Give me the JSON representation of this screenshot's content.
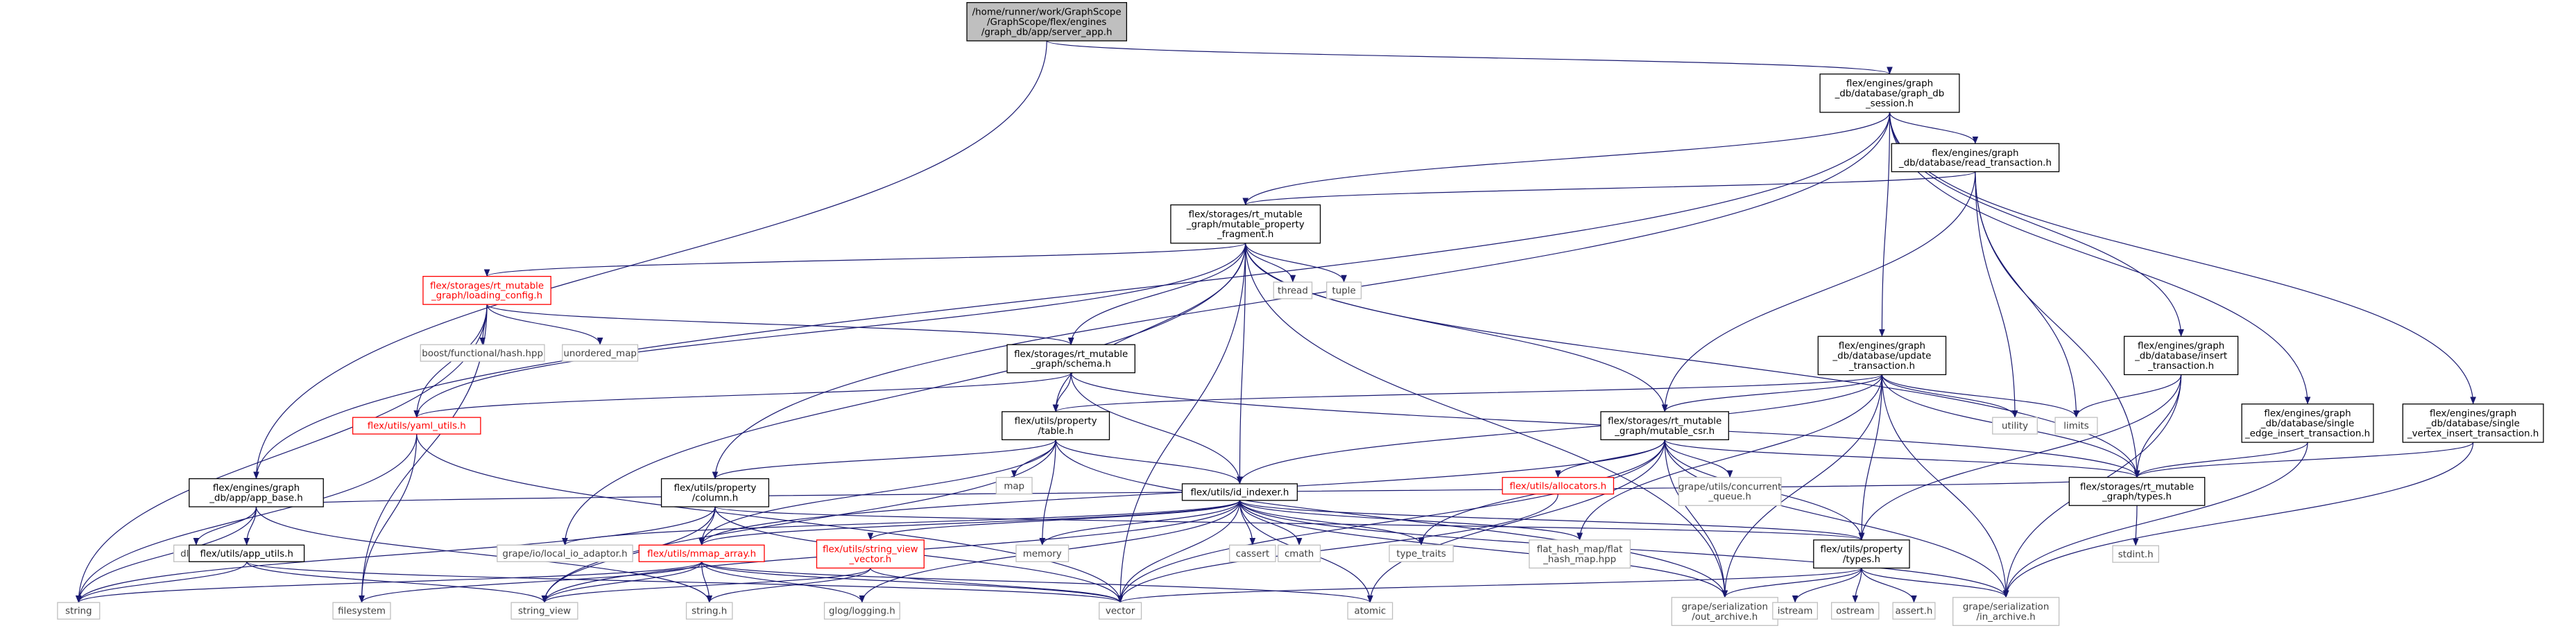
{
  "colors": {
    "edge": "#191970",
    "node_border": "#000000",
    "node_border_missing": "#bfbfbf",
    "node_border_red": "#ff0000",
    "root_fill": "#bfbfbf",
    "text": "#000000",
    "text_missing": "#404040",
    "text_red": "#ff0000"
  },
  "nodes": [
    {
      "id": "root",
      "lines": [
        "/home/runner/work/GraphScope",
        "/GraphScope/flex/engines",
        "/graph_db/app/server_app.h"
      ],
      "style": "root"
    },
    {
      "id": "graph_db_session",
      "lines": [
        "flex/engines/graph",
        "_db/database/graph_db",
        "_session.h"
      ],
      "style": "normal"
    },
    {
      "id": "read_transaction",
      "lines": [
        "flex/engines/graph",
        "_db/database/read_transaction.h"
      ],
      "style": "normal"
    },
    {
      "id": "mutable_property_fragment",
      "lines": [
        "flex/storages/rt_mutable",
        "_graph/mutable_property",
        "_fragment.h"
      ],
      "style": "normal"
    },
    {
      "id": "loading_config",
      "lines": [
        "flex/storages/rt_mutable",
        "_graph/loading_config.h"
      ],
      "style": "red"
    },
    {
      "id": "thread",
      "lines": [
        "thread"
      ],
      "style": "missing"
    },
    {
      "id": "tuple",
      "lines": [
        "tuple"
      ],
      "style": "missing"
    },
    {
      "id": "boost_hash",
      "lines": [
        "boost/functional/hash.hpp"
      ],
      "style": "missing"
    },
    {
      "id": "unordered_map",
      "lines": [
        "unordered_map"
      ],
      "style": "missing"
    },
    {
      "id": "schema",
      "lines": [
        "flex/storages/rt_mutable",
        "_graph/schema.h"
      ],
      "style": "normal"
    },
    {
      "id": "update_transaction",
      "lines": [
        "flex/engines/graph",
        "_db/database/update",
        "_transaction.h"
      ],
      "style": "normal"
    },
    {
      "id": "insert_transaction",
      "lines": [
        "flex/engines/graph",
        "_db/database/insert",
        "_transaction.h"
      ],
      "style": "normal"
    },
    {
      "id": "single_edge_insert",
      "lines": [
        "flex/engines/graph",
        "_db/database/single",
        "_edge_insert_transaction.h"
      ],
      "style": "normal"
    },
    {
      "id": "single_vertex_insert",
      "lines": [
        "flex/engines/graph",
        "_db/database/single",
        "_vertex_insert_transaction.h"
      ],
      "style": "normal"
    },
    {
      "id": "yaml_utils",
      "lines": [
        "flex/utils/yaml_utils.h"
      ],
      "style": "red"
    },
    {
      "id": "property_table",
      "lines": [
        "flex/utils/property",
        "/table.h"
      ],
      "style": "normal"
    },
    {
      "id": "mutable_csr",
      "lines": [
        "flex/storages/rt_mutable",
        "_graph/mutable_csr.h"
      ],
      "style": "normal"
    },
    {
      "id": "utility",
      "lines": [
        "utility"
      ],
      "style": "missing"
    },
    {
      "id": "limits",
      "lines": [
        "limits"
      ],
      "style": "missing"
    },
    {
      "id": "map",
      "lines": [
        "map"
      ],
      "style": "missing"
    },
    {
      "id": "allocators",
      "lines": [
        "flex/utils/allocators.h"
      ],
      "style": "red"
    },
    {
      "id": "concurrent_queue",
      "lines": [
        "grape/utils/concurrent",
        "_queue.h"
      ],
      "style": "missing"
    },
    {
      "id": "rt_types",
      "lines": [
        "flex/storages/rt_mutable",
        "_graph/types.h"
      ],
      "style": "normal"
    },
    {
      "id": "app_base",
      "lines": [
        "flex/engines/graph",
        "_db/app/app_base.h"
      ],
      "style": "normal"
    },
    {
      "id": "property_column",
      "lines": [
        "flex/utils/property",
        "/column.h"
      ],
      "style": "normal"
    },
    {
      "id": "id_indexer",
      "lines": [
        "flex/utils/id_indexer.h"
      ],
      "style": "normal"
    },
    {
      "id": "dlfcn",
      "lines": [
        "dlfcn.h"
      ],
      "style": "missing"
    },
    {
      "id": "app_utils",
      "lines": [
        "flex/utils/app_utils.h"
      ],
      "style": "normal"
    },
    {
      "id": "local_io_adaptor",
      "lines": [
        "grape/io/local_io_adaptor.h"
      ],
      "style": "missing"
    },
    {
      "id": "mmap_array",
      "lines": [
        "flex/utils/mmap_array.h"
      ],
      "style": "red"
    },
    {
      "id": "string_view_vector",
      "lines": [
        "flex/utils/string_view",
        "_vector.h"
      ],
      "style": "red"
    },
    {
      "id": "memory",
      "lines": [
        "memory"
      ],
      "style": "missing"
    },
    {
      "id": "cassert",
      "lines": [
        "cassert"
      ],
      "style": "missing"
    },
    {
      "id": "cmath",
      "lines": [
        "cmath"
      ],
      "style": "missing"
    },
    {
      "id": "type_traits",
      "lines": [
        "type_traits"
      ],
      "style": "missing"
    },
    {
      "id": "flat_hash_map",
      "lines": [
        "flat_hash_map/flat",
        "_hash_map.hpp"
      ],
      "style": "missing"
    },
    {
      "id": "property_types",
      "lines": [
        "flex/utils/property",
        "/types.h"
      ],
      "style": "normal"
    },
    {
      "id": "stdint",
      "lines": [
        "stdint.h"
      ],
      "style": "missing"
    },
    {
      "id": "string",
      "lines": [
        "string"
      ],
      "style": "missing"
    },
    {
      "id": "filesystem",
      "lines": [
        "filesystem"
      ],
      "style": "missing"
    },
    {
      "id": "string_view",
      "lines": [
        "string_view"
      ],
      "style": "missing"
    },
    {
      "id": "string_h",
      "lines": [
        "string.h"
      ],
      "style": "missing"
    },
    {
      "id": "glog",
      "lines": [
        "glog/logging.h"
      ],
      "style": "missing"
    },
    {
      "id": "vector",
      "lines": [
        "vector"
      ],
      "style": "missing"
    },
    {
      "id": "atomic",
      "lines": [
        "atomic"
      ],
      "style": "missing"
    },
    {
      "id": "out_archive",
      "lines": [
        "grape/serialization",
        "/out_archive.h"
      ],
      "style": "missing"
    },
    {
      "id": "istream",
      "lines": [
        "istream"
      ],
      "style": "missing"
    },
    {
      "id": "ostream",
      "lines": [
        "ostream"
      ],
      "style": "missing"
    },
    {
      "id": "assert",
      "lines": [
        "assert.h"
      ],
      "style": "missing"
    },
    {
      "id": "in_archive",
      "lines": [
        "grape/serialization",
        "/in_archive.h"
      ],
      "style": "missing"
    }
  ],
  "edges": [
    [
      "root",
      "graph_db_session"
    ],
    [
      "root",
      "app_base"
    ],
    [
      "graph_db_session",
      "read_transaction"
    ],
    [
      "graph_db_session",
      "mutable_property_fragment"
    ],
    [
      "graph_db_session",
      "update_transaction"
    ],
    [
      "graph_db_session",
      "insert_transaction"
    ],
    [
      "graph_db_session",
      "single_edge_insert"
    ],
    [
      "graph_db_session",
      "single_vertex_insert"
    ],
    [
      "graph_db_session",
      "app_base"
    ],
    [
      "graph_db_session",
      "property_column"
    ],
    [
      "read_transaction",
      "mutable_property_fragment"
    ],
    [
      "read_transaction",
      "mutable_csr"
    ],
    [
      "read_transaction",
      "utility"
    ],
    [
      "read_transaction",
      "limits"
    ],
    [
      "read_transaction",
      "rt_types"
    ],
    [
      "mutable_property_fragment",
      "loading_config"
    ],
    [
      "mutable_property_fragment",
      "thread"
    ],
    [
      "mutable_property_fragment",
      "tuple"
    ],
    [
      "mutable_property_fragment",
      "schema"
    ],
    [
      "mutable_property_fragment",
      "yaml_utils"
    ],
    [
      "mutable_property_fragment",
      "property_table"
    ],
    [
      "mutable_property_fragment",
      "mutable_csr"
    ],
    [
      "mutable_property_fragment",
      "id_indexer"
    ],
    [
      "mutable_property_fragment",
      "rt_types"
    ],
    [
      "mutable_property_fragment",
      "local_io_adaptor"
    ],
    [
      "mutable_property_fragment",
      "vector"
    ],
    [
      "mutable_property_fragment",
      "out_archive"
    ],
    [
      "loading_config",
      "boost_hash"
    ],
    [
      "loading_config",
      "unordered_map"
    ],
    [
      "loading_config",
      "schema"
    ],
    [
      "loading_config",
      "yaml_utils"
    ],
    [
      "loading_config",
      "string"
    ],
    [
      "loading_config",
      "filesystem"
    ],
    [
      "schema",
      "yaml_utils"
    ],
    [
      "schema",
      "property_table"
    ],
    [
      "schema",
      "id_indexer"
    ],
    [
      "schema",
      "rt_types"
    ],
    [
      "update_transaction",
      "property_table"
    ],
    [
      "update_transaction",
      "mutable_csr"
    ],
    [
      "update_transaction",
      "id_indexer"
    ],
    [
      "update_transaction",
      "utility"
    ],
    [
      "update_transaction",
      "limits"
    ],
    [
      "update_transaction",
      "rt_types"
    ],
    [
      "update_transaction",
      "property_types"
    ],
    [
      "update_transaction",
      "flat_hash_map"
    ],
    [
      "update_transaction",
      "out_archive"
    ],
    [
      "update_transaction",
      "in_archive"
    ],
    [
      "insert_transaction",
      "limits"
    ],
    [
      "insert_transaction",
      "rt_types"
    ],
    [
      "insert_transaction",
      "property_types"
    ],
    [
      "insert_transaction",
      "in_archive"
    ],
    [
      "single_edge_insert",
      "rt_types"
    ],
    [
      "single_edge_insert",
      "in_archive"
    ],
    [
      "single_vertex_insert",
      "rt_types"
    ],
    [
      "single_vertex_insert",
      "in_archive"
    ],
    [
      "yaml_utils",
      "string"
    ],
    [
      "yaml_utils",
      "filesystem"
    ],
    [
      "yaml_utils",
      "vector"
    ],
    [
      "property_table",
      "property_column"
    ],
    [
      "property_table",
      "id_indexer"
    ],
    [
      "property_table",
      "map"
    ],
    [
      "property_table",
      "memory"
    ],
    [
      "property_table",
      "string_view"
    ],
    [
      "property_table",
      "mmap_array"
    ],
    [
      "property_table",
      "out_archive"
    ],
    [
      "mutable_csr",
      "allocators"
    ],
    [
      "mutable_csr",
      "concurrent_queue"
    ],
    [
      "mutable_csr",
      "rt_types"
    ],
    [
      "mutable_csr",
      "mmap_array"
    ],
    [
      "mutable_csr",
      "type_traits"
    ],
    [
      "mutable_csr",
      "property_types"
    ],
    [
      "mutable_csr",
      "vector"
    ],
    [
      "mutable_csr",
      "atomic"
    ],
    [
      "mutable_csr",
      "out_archive"
    ],
    [
      "mutable_csr",
      "in_archive"
    ],
    [
      "allocators",
      "vector"
    ],
    [
      "app_base",
      "dlfcn"
    ],
    [
      "app_base",
      "app_utils"
    ],
    [
      "app_base",
      "string"
    ],
    [
      "app_base",
      "string_h"
    ],
    [
      "app_base",
      "rt_types"
    ],
    [
      "app_utils",
      "string"
    ],
    [
      "app_utils",
      "string_view"
    ],
    [
      "app_utils",
      "vector"
    ],
    [
      "property_column",
      "mmap_array"
    ],
    [
      "property_column",
      "string_view"
    ],
    [
      "property_column",
      "string"
    ],
    [
      "property_column",
      "property_types"
    ],
    [
      "property_column",
      "vector"
    ],
    [
      "id_indexer",
      "local_io_adaptor"
    ],
    [
      "id_indexer",
      "mmap_array"
    ],
    [
      "id_indexer",
      "string_view_vector"
    ],
    [
      "id_indexer",
      "memory"
    ],
    [
      "id_indexer",
      "cassert"
    ],
    [
      "id_indexer",
      "cmath"
    ],
    [
      "id_indexer",
      "type_traits"
    ],
    [
      "id_indexer",
      "flat_hash_map"
    ],
    [
      "id_indexer",
      "property_types"
    ],
    [
      "id_indexer",
      "glog"
    ],
    [
      "id_indexer",
      "vector"
    ],
    [
      "id_indexer",
      "atomic"
    ],
    [
      "id_indexer",
      "string_view"
    ],
    [
      "id_indexer",
      "out_archive"
    ],
    [
      "id_indexer",
      "in_archive"
    ],
    [
      "mmap_array",
      "string"
    ],
    [
      "mmap_array",
      "filesystem"
    ],
    [
      "mmap_array",
      "string_view"
    ],
    [
      "mmap_array",
      "string_h"
    ],
    [
      "mmap_array",
      "glog"
    ],
    [
      "mmap_array",
      "vector"
    ],
    [
      "mmap_array",
      "atomic"
    ],
    [
      "string_view_vector",
      "string_view"
    ],
    [
      "string_view_vector",
      "string_h"
    ],
    [
      "string_view_vector",
      "vector"
    ],
    [
      "property_types",
      "vector"
    ],
    [
      "property_types",
      "istream"
    ],
    [
      "property_types",
      "ostream"
    ],
    [
      "property_types",
      "assert"
    ],
    [
      "property_types",
      "out_archive"
    ],
    [
      "property_types",
      "in_archive"
    ],
    [
      "rt_types",
      "stdint"
    ]
  ]
}
